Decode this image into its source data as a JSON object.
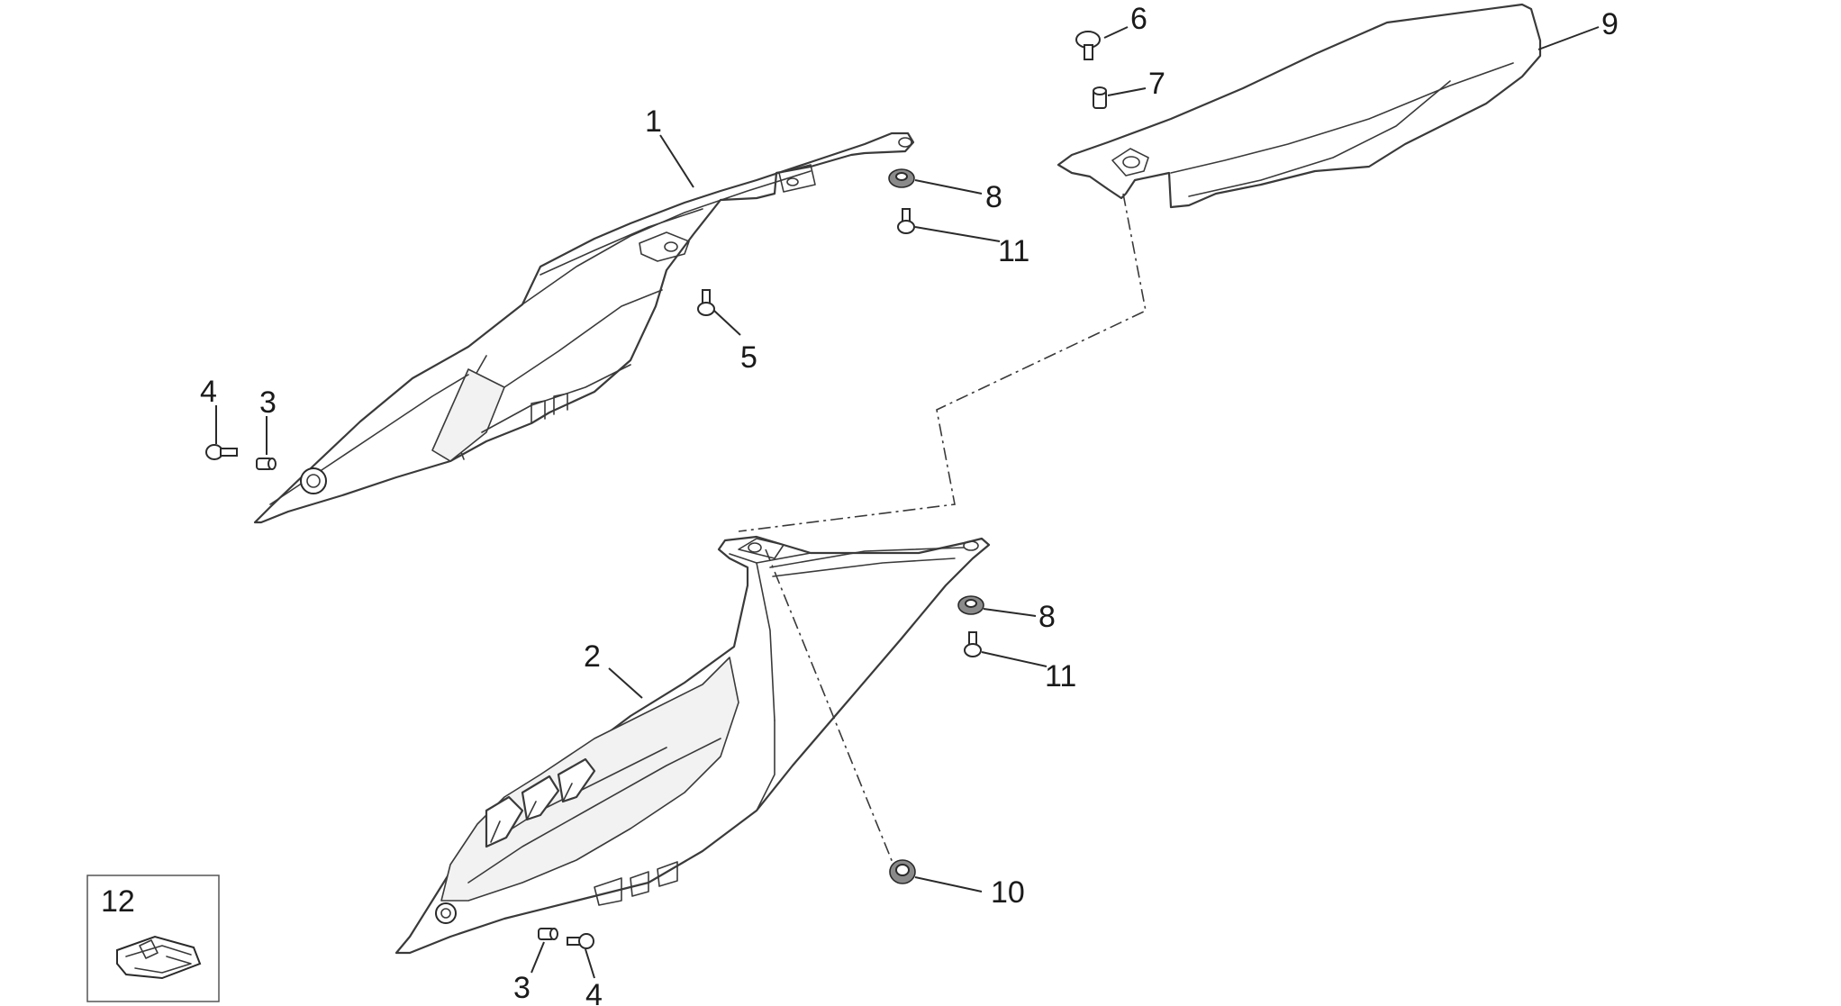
{
  "callouts": {
    "c1": "1",
    "c2": "2",
    "c3a": "3",
    "c3b": "3",
    "c4a": "4",
    "c4b": "4",
    "c5": "5",
    "c6": "6",
    "c7": "7",
    "c8a": "8",
    "c8b": "8",
    "c9": "9",
    "c10": "10",
    "c11a": "11",
    "c11b": "11",
    "c12": "12"
  }
}
